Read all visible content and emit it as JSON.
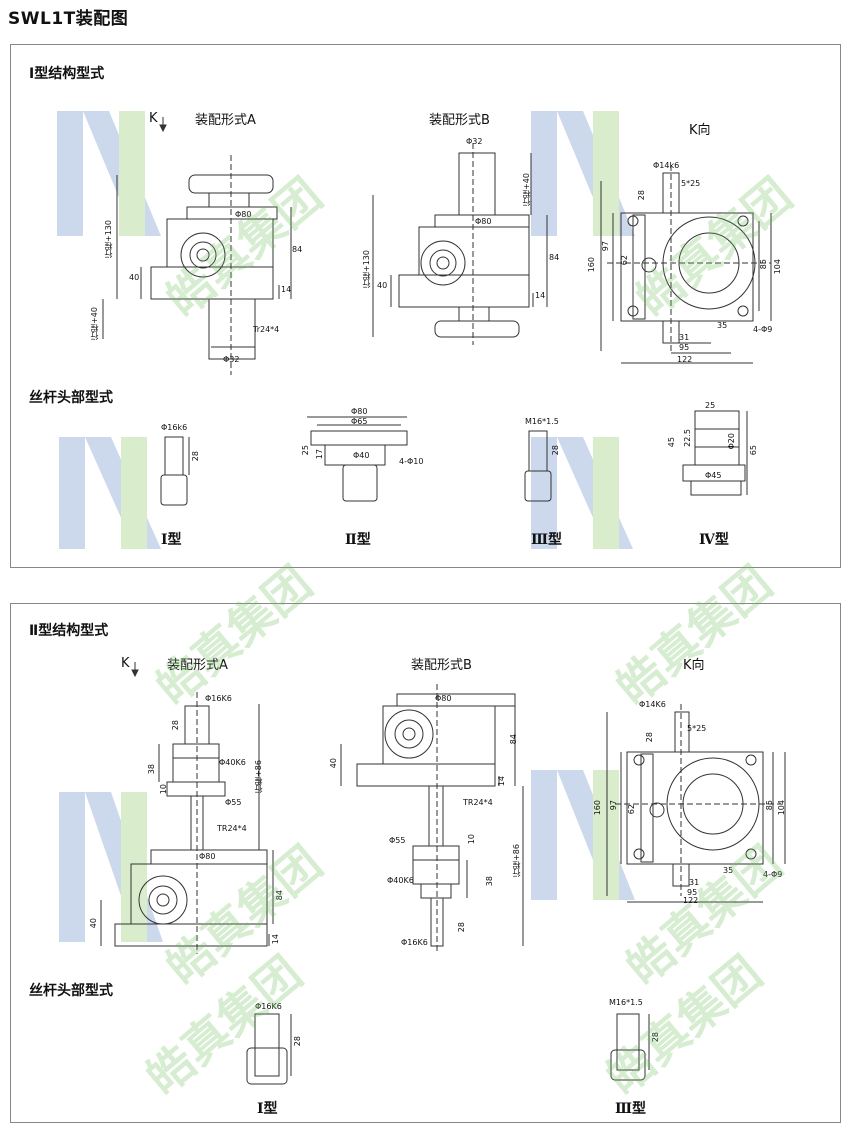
{
  "page_title": "SWL1T装配图",
  "watermark": "皓真集团",
  "colors": {
    "blue": "#c7d4ea",
    "green": "#d5ecc8",
    "line": "#333333",
    "wm": "#7fc26a"
  },
  "type1": {
    "section_title": "Ⅰ型结构型式",
    "screw_title": "丝杆头部型式",
    "view_a": {
      "label": "装配形式A",
      "k": "K",
      "dims": [
        "Φ80",
        "84",
        "行程+130",
        "40",
        "14",
        "行程+40",
        "Tr24*4",
        "Φ32"
      ]
    },
    "view_b": {
      "label": "装配形式B",
      "dims": [
        "Φ32",
        "行程+40",
        "Φ80",
        "84",
        "行程+130",
        "40",
        "14"
      ]
    },
    "view_k": {
      "label": "K向",
      "dims": [
        "Φ14k6",
        "5*25",
        "28",
        "160",
        "97",
        "62",
        "85",
        "104",
        "4-Φ9",
        "35",
        "31",
        "95",
        "122"
      ]
    },
    "heads": [
      {
        "label": "Ⅰ型",
        "dims": [
          "Φ16k6",
          "28"
        ]
      },
      {
        "label": "Ⅱ型",
        "dims": [
          "Φ80",
          "Φ65",
          "25",
          "17",
          "Φ40",
          "4-Φ10"
        ]
      },
      {
        "label": "Ⅲ型",
        "dims": [
          "M16*1.5",
          "28"
        ]
      },
      {
        "label": "Ⅳ型",
        "dims": [
          "25",
          "22.5",
          "45",
          "Φ20",
          "65",
          "Φ45"
        ]
      }
    ]
  },
  "type2": {
    "section_title": "Ⅱ型结构型式",
    "screw_title": "丝杆头部型式",
    "view_a": {
      "label": "装配形式A",
      "k": "K",
      "dims": [
        "Φ16K6",
        "28",
        "Φ40K6",
        "38",
        "10",
        "Φ55",
        "行程+86",
        "TR24*4",
        "Φ80",
        "84",
        "40",
        "14"
      ]
    },
    "view_b": {
      "label": "装配形式B",
      "dims": [
        "Φ80",
        "84",
        "40",
        "14",
        "TR24*4",
        "Φ55",
        "10",
        "行程+86",
        "Φ40K6",
        "38",
        "28",
        "Φ16K6"
      ]
    },
    "view_k": {
      "label": "K向",
      "dims": [
        "Φ14K6",
        "5*25",
        "28",
        "160",
        "97",
        "62",
        "85",
        "104",
        "35",
        "4-Φ9",
        "31",
        "95",
        "122"
      ]
    },
    "heads": [
      {
        "label": "Ⅰ型",
        "dims": [
          "Φ16K6",
          "28"
        ]
      },
      {
        "label": "Ⅲ型",
        "dims": [
          "M16*1.5",
          "28"
        ]
      }
    ]
  }
}
